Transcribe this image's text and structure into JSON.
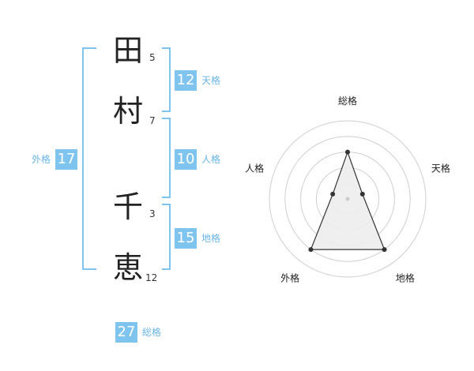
{
  "name_chars": [
    {
      "char": "田",
      "strokes": "5"
    },
    {
      "char": "村",
      "strokes": "7"
    },
    {
      "char": "千",
      "strokes": "3"
    },
    {
      "char": "恵",
      "strokes": "12"
    }
  ],
  "kakusu": {
    "tenkaku": {
      "value": "12",
      "label": "天格"
    },
    "jinkaku": {
      "value": "10",
      "label": "人格"
    },
    "chikaku": {
      "value": "15",
      "label": "地格"
    },
    "gaikaku": {
      "value": "17",
      "label": "外格"
    },
    "soukaku": {
      "value": "27",
      "label": "総格"
    }
  },
  "chart_data": {
    "type": "radar",
    "axes": [
      "総格",
      "天格",
      "地格",
      "外格",
      "人格"
    ],
    "values": [
      3,
      1,
      4,
      4,
      1
    ],
    "max": 5,
    "rings": 5,
    "colors": {
      "ring": "#cfcfcf",
      "fill": "#ededed",
      "stroke": "#333333",
      "point": "#333333"
    }
  }
}
